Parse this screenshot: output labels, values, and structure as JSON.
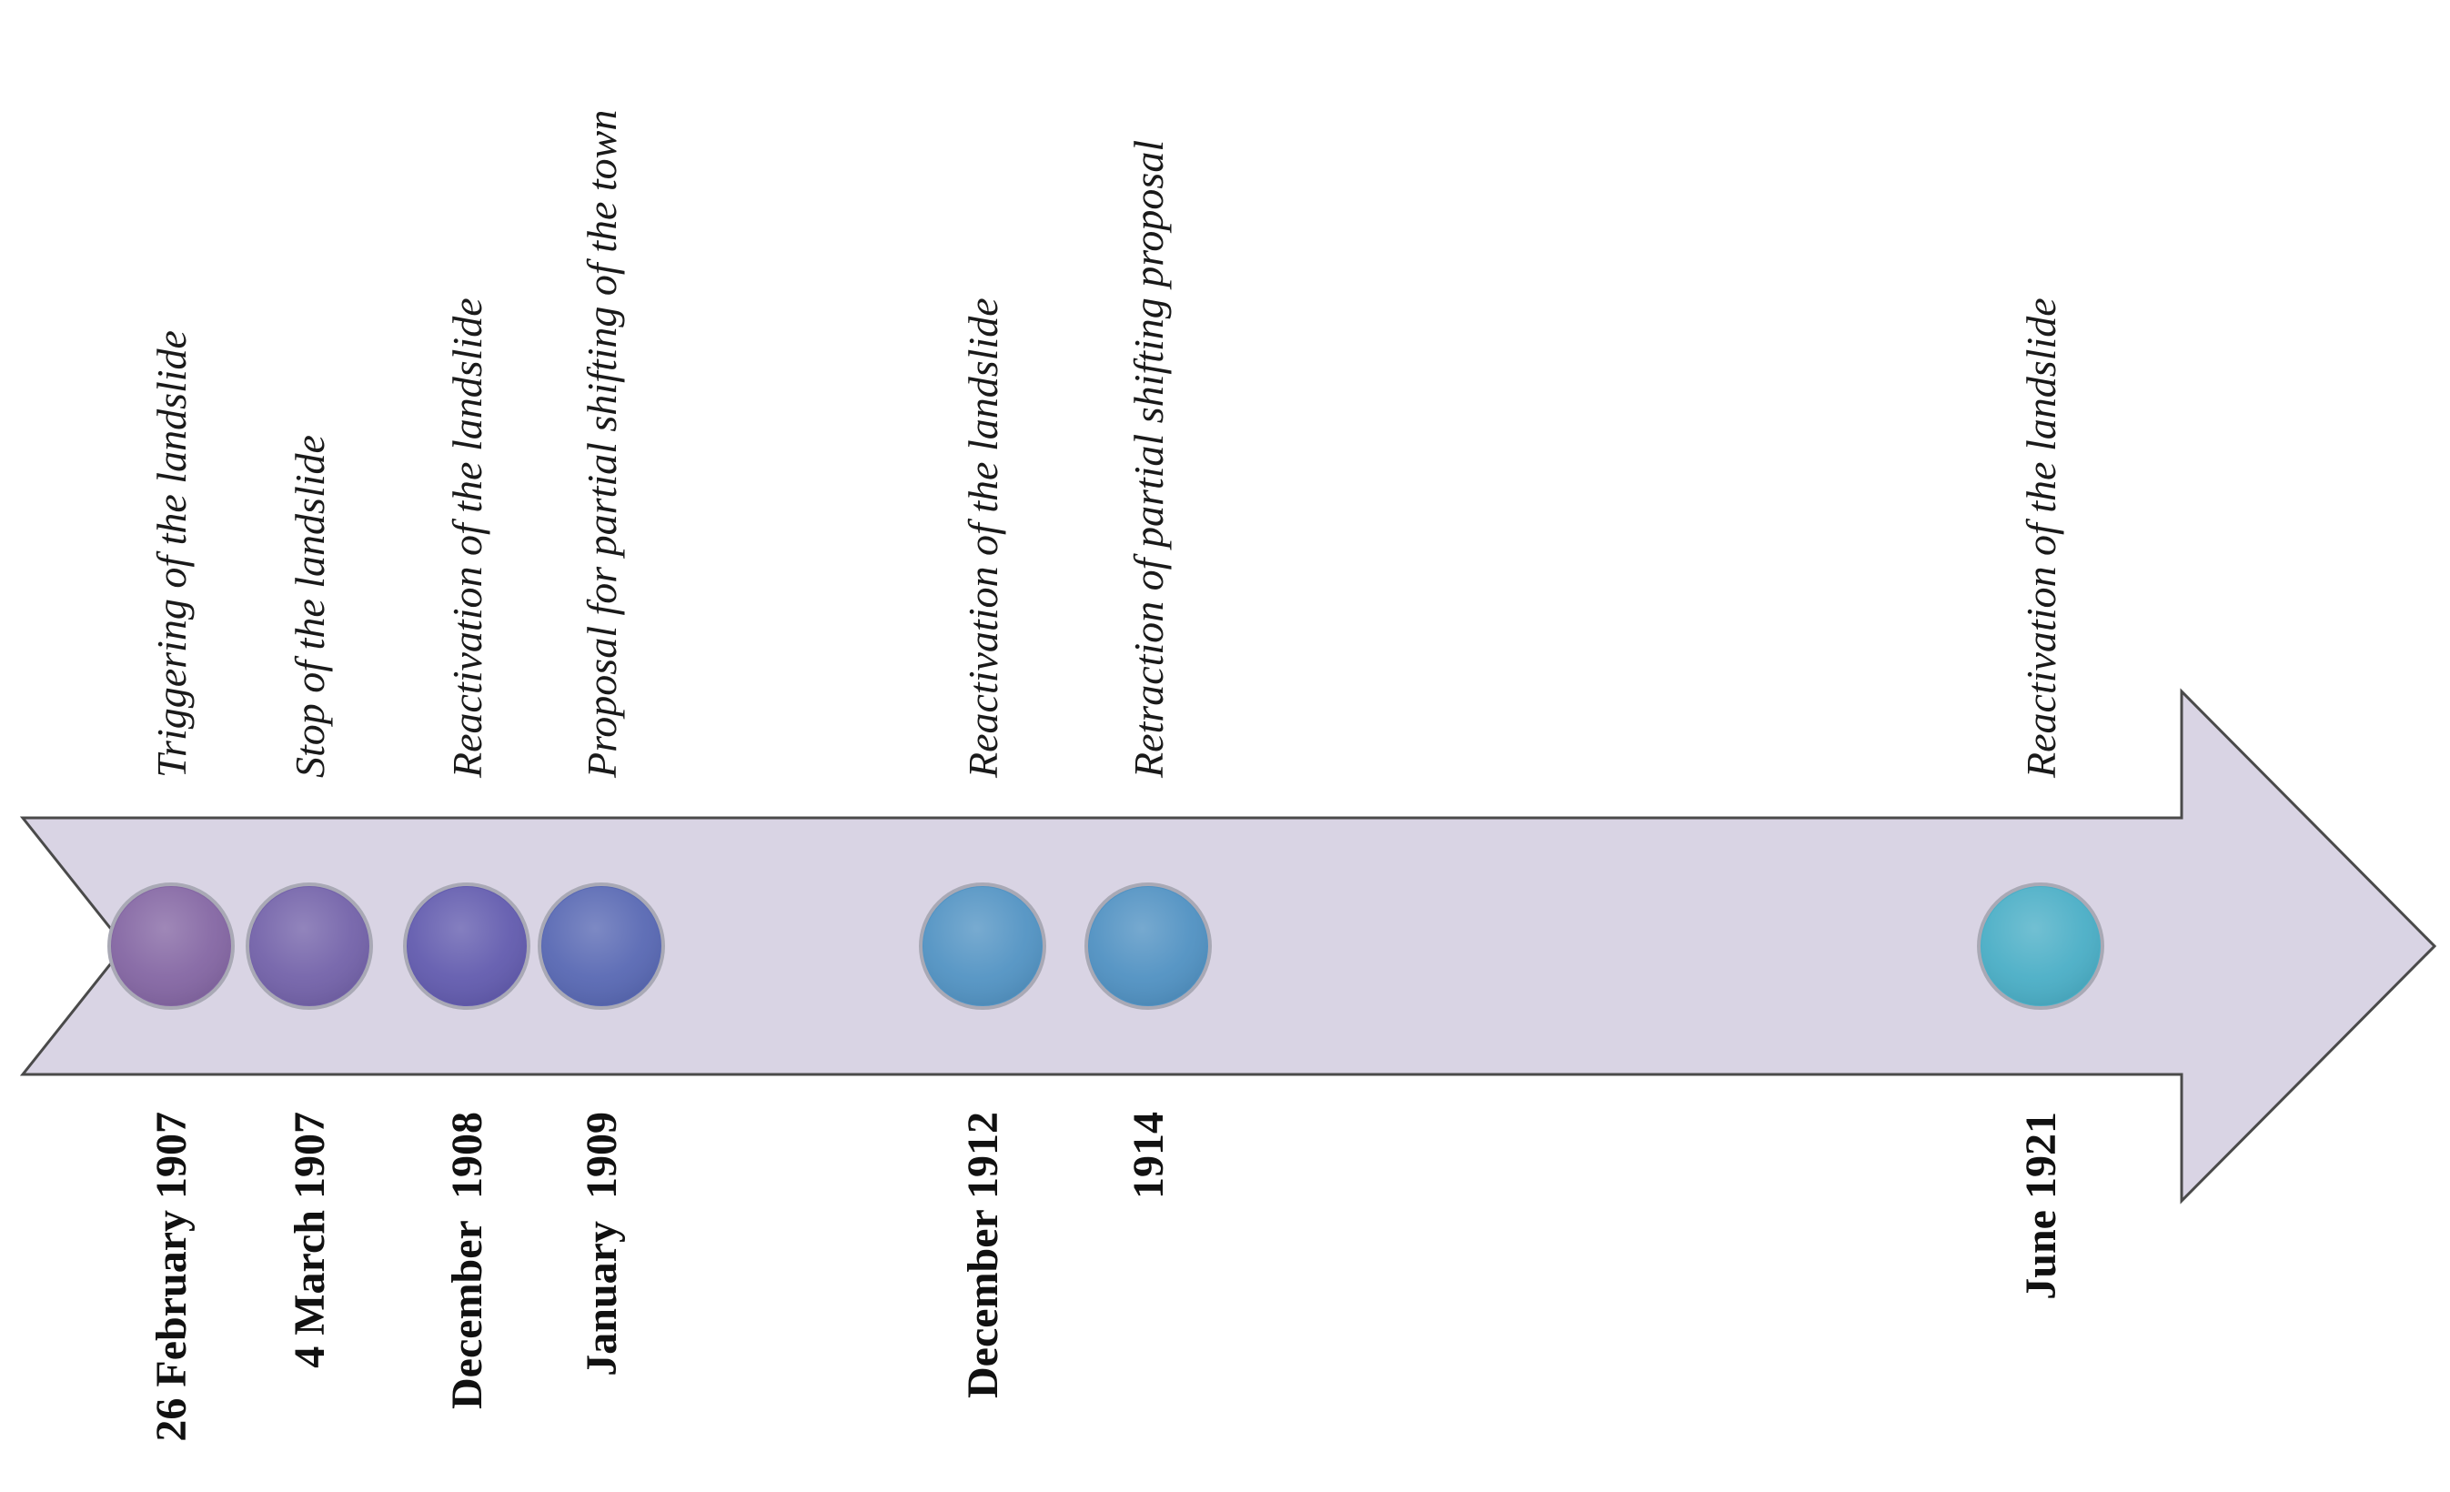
{
  "timeline": {
    "colors": {
      "arrow_fill": "#d9d4e4",
      "arrow_stroke": "#4a4a4a",
      "marker_stroke": "#a9a9b5"
    },
    "events": [
      {
        "date": "26 February 1907",
        "event": "Triggering of the landslide",
        "color": "#8466a3"
      },
      {
        "date": "4 March 1907",
        "event": "Stop of the landslide",
        "color": "#7362a9"
      },
      {
        "date": "December  1908",
        "event": "Reactivation of the landslide",
        "color": "#625bae"
      },
      {
        "date": "January  1909",
        "event": "Proposal for partial shifting of the town",
        "color": "#5868b3"
      },
      {
        "date": "December 1912",
        "event": "Reactivation of the landslide",
        "color": "#5293c3"
      },
      {
        "date": "1914",
        "event": "Retraction of  partial shifting proposal",
        "color": "#5091c2"
      },
      {
        "date": "June 1921",
        "event": "Reactivation of the landslide",
        "color": "#4aaec6"
      }
    ]
  }
}
